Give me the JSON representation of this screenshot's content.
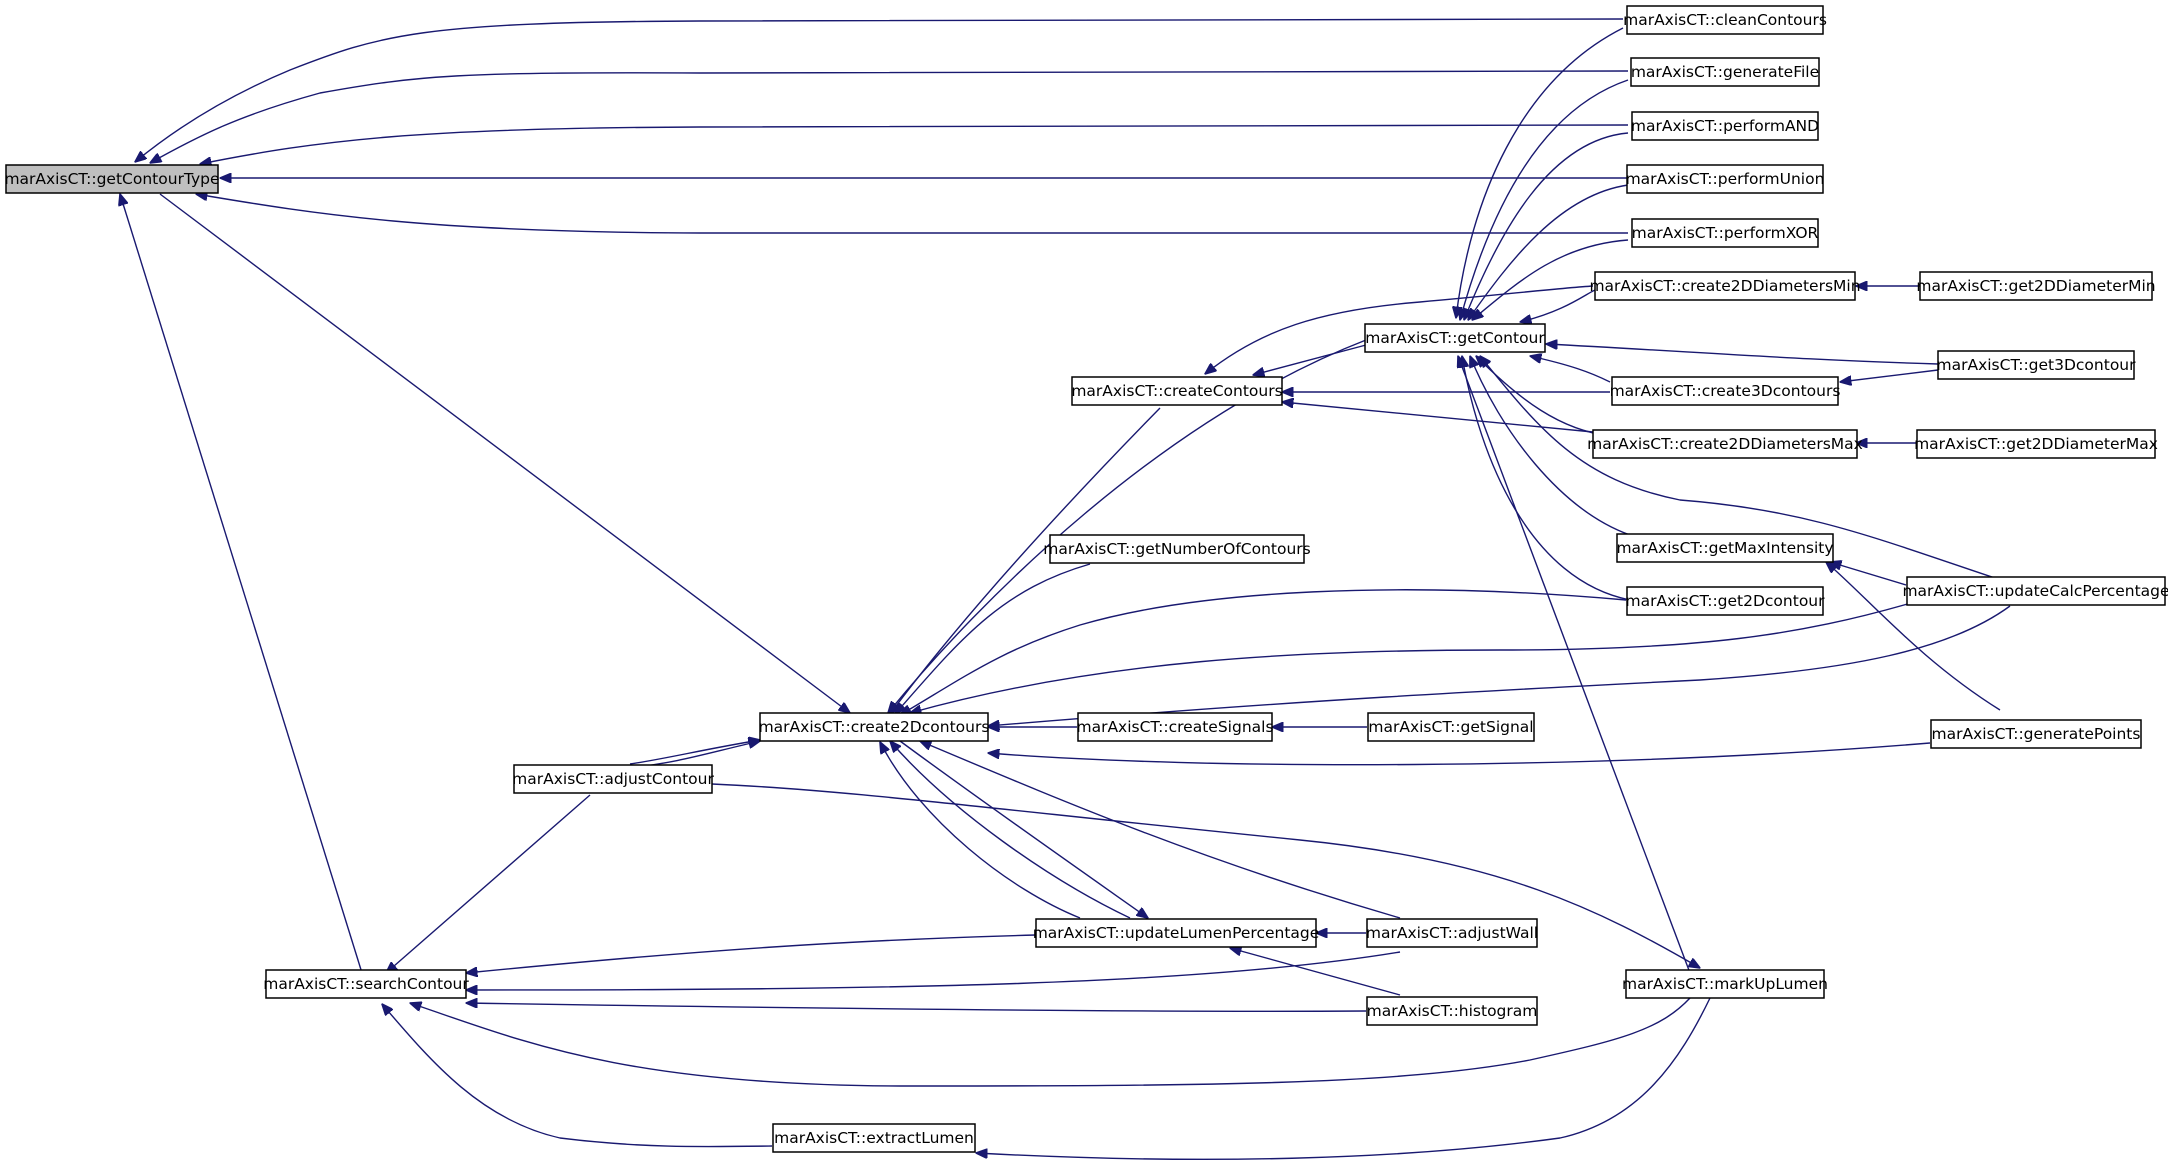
{
  "colors": {
    "edge": "#191970",
    "highlight_node": "#bfbfbf",
    "node_fill": "#ffffff",
    "node_stroke": "#000000"
  },
  "nodes": {
    "getContourType": "marAxisCT::getContourType",
    "cleanContours": "marAxisCT::cleanContours",
    "generateFile": "marAxisCT::generateFile",
    "performAND": "marAxisCT::performAND",
    "performUnion": "marAxisCT::performUnion",
    "performXOR": "marAxisCT::performXOR",
    "create2DDiametersMin": "marAxisCT::create2DDiametersMin",
    "get2DDiameterMin": "marAxisCT::get2DDiameterMin",
    "getContour": "marAxisCT::getContour",
    "get3Dcontour": "marAxisCT::get3Dcontour",
    "createContours": "marAxisCT::createContours",
    "create3Dcontours": "marAxisCT::create3Dcontours",
    "create2DDiametersMax": "marAxisCT::create2DDiametersMax",
    "get2DDiameterMax": "marAxisCT::get2DDiameterMax",
    "getNumberOfContours": "marAxisCT::getNumberOfContours",
    "getMaxIntensity": "marAxisCT::getMaxIntensity",
    "updateCalcPercentage": "marAxisCT::updateCalcPercentage",
    "get2Dcontour": "marAxisCT::get2Dcontour",
    "create2Dcontours": "marAxisCT::create2Dcontours",
    "createSignals": "marAxisCT::createSignals",
    "getSignal": "marAxisCT::getSignal",
    "generatePoints": "marAxisCT::generatePoints",
    "adjustContour": "marAxisCT::adjustContour",
    "updateLumenPercentage": "marAxisCT::updateLumenPercentage",
    "adjustWall": "marAxisCT::adjustWall",
    "searchContour": "marAxisCT::searchContour",
    "markUpLumen": "marAxisCT::markUpLumen",
    "histogram": "marAxisCT::histogram",
    "extractLumen": "marAxisCT::extractLumen"
  }
}
